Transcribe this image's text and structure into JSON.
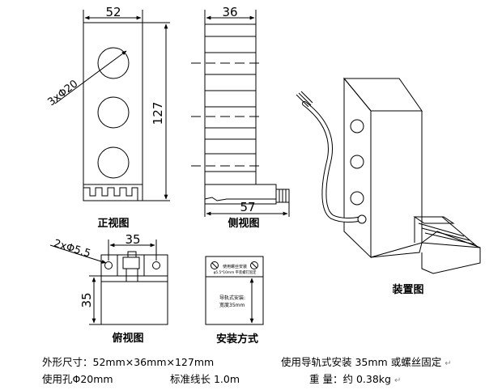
{
  "front": {
    "width_dim": "52",
    "height_dim": "127",
    "hole_dim": "3xΦ20",
    "caption": "正视图"
  },
  "side": {
    "width_dim": "36",
    "base_dim": "57",
    "caption": "侧视图"
  },
  "top": {
    "width_dim": "35",
    "hole_dim": "2xΦ5.5",
    "height_dim": "35",
    "caption": "俯视图"
  },
  "mount": {
    "line1": "使用螺丝安装",
    "line2": "φ5.5*10mm 平装螺钉固定",
    "line3": "导轨式安装:",
    "line4": "宽度35mm",
    "caption": "安装方式"
  },
  "assembly": {
    "caption": "装置图"
  },
  "specs": {
    "size": "外形尺寸：52mm×36mm×127mm",
    "mounting": "使用导轨式安装 35mm 或螺丝固定",
    "hole": "使用孔Φ20mm",
    "cable": "标准线长 1.0m",
    "weight": "重  量：约 0.38kg"
  }
}
